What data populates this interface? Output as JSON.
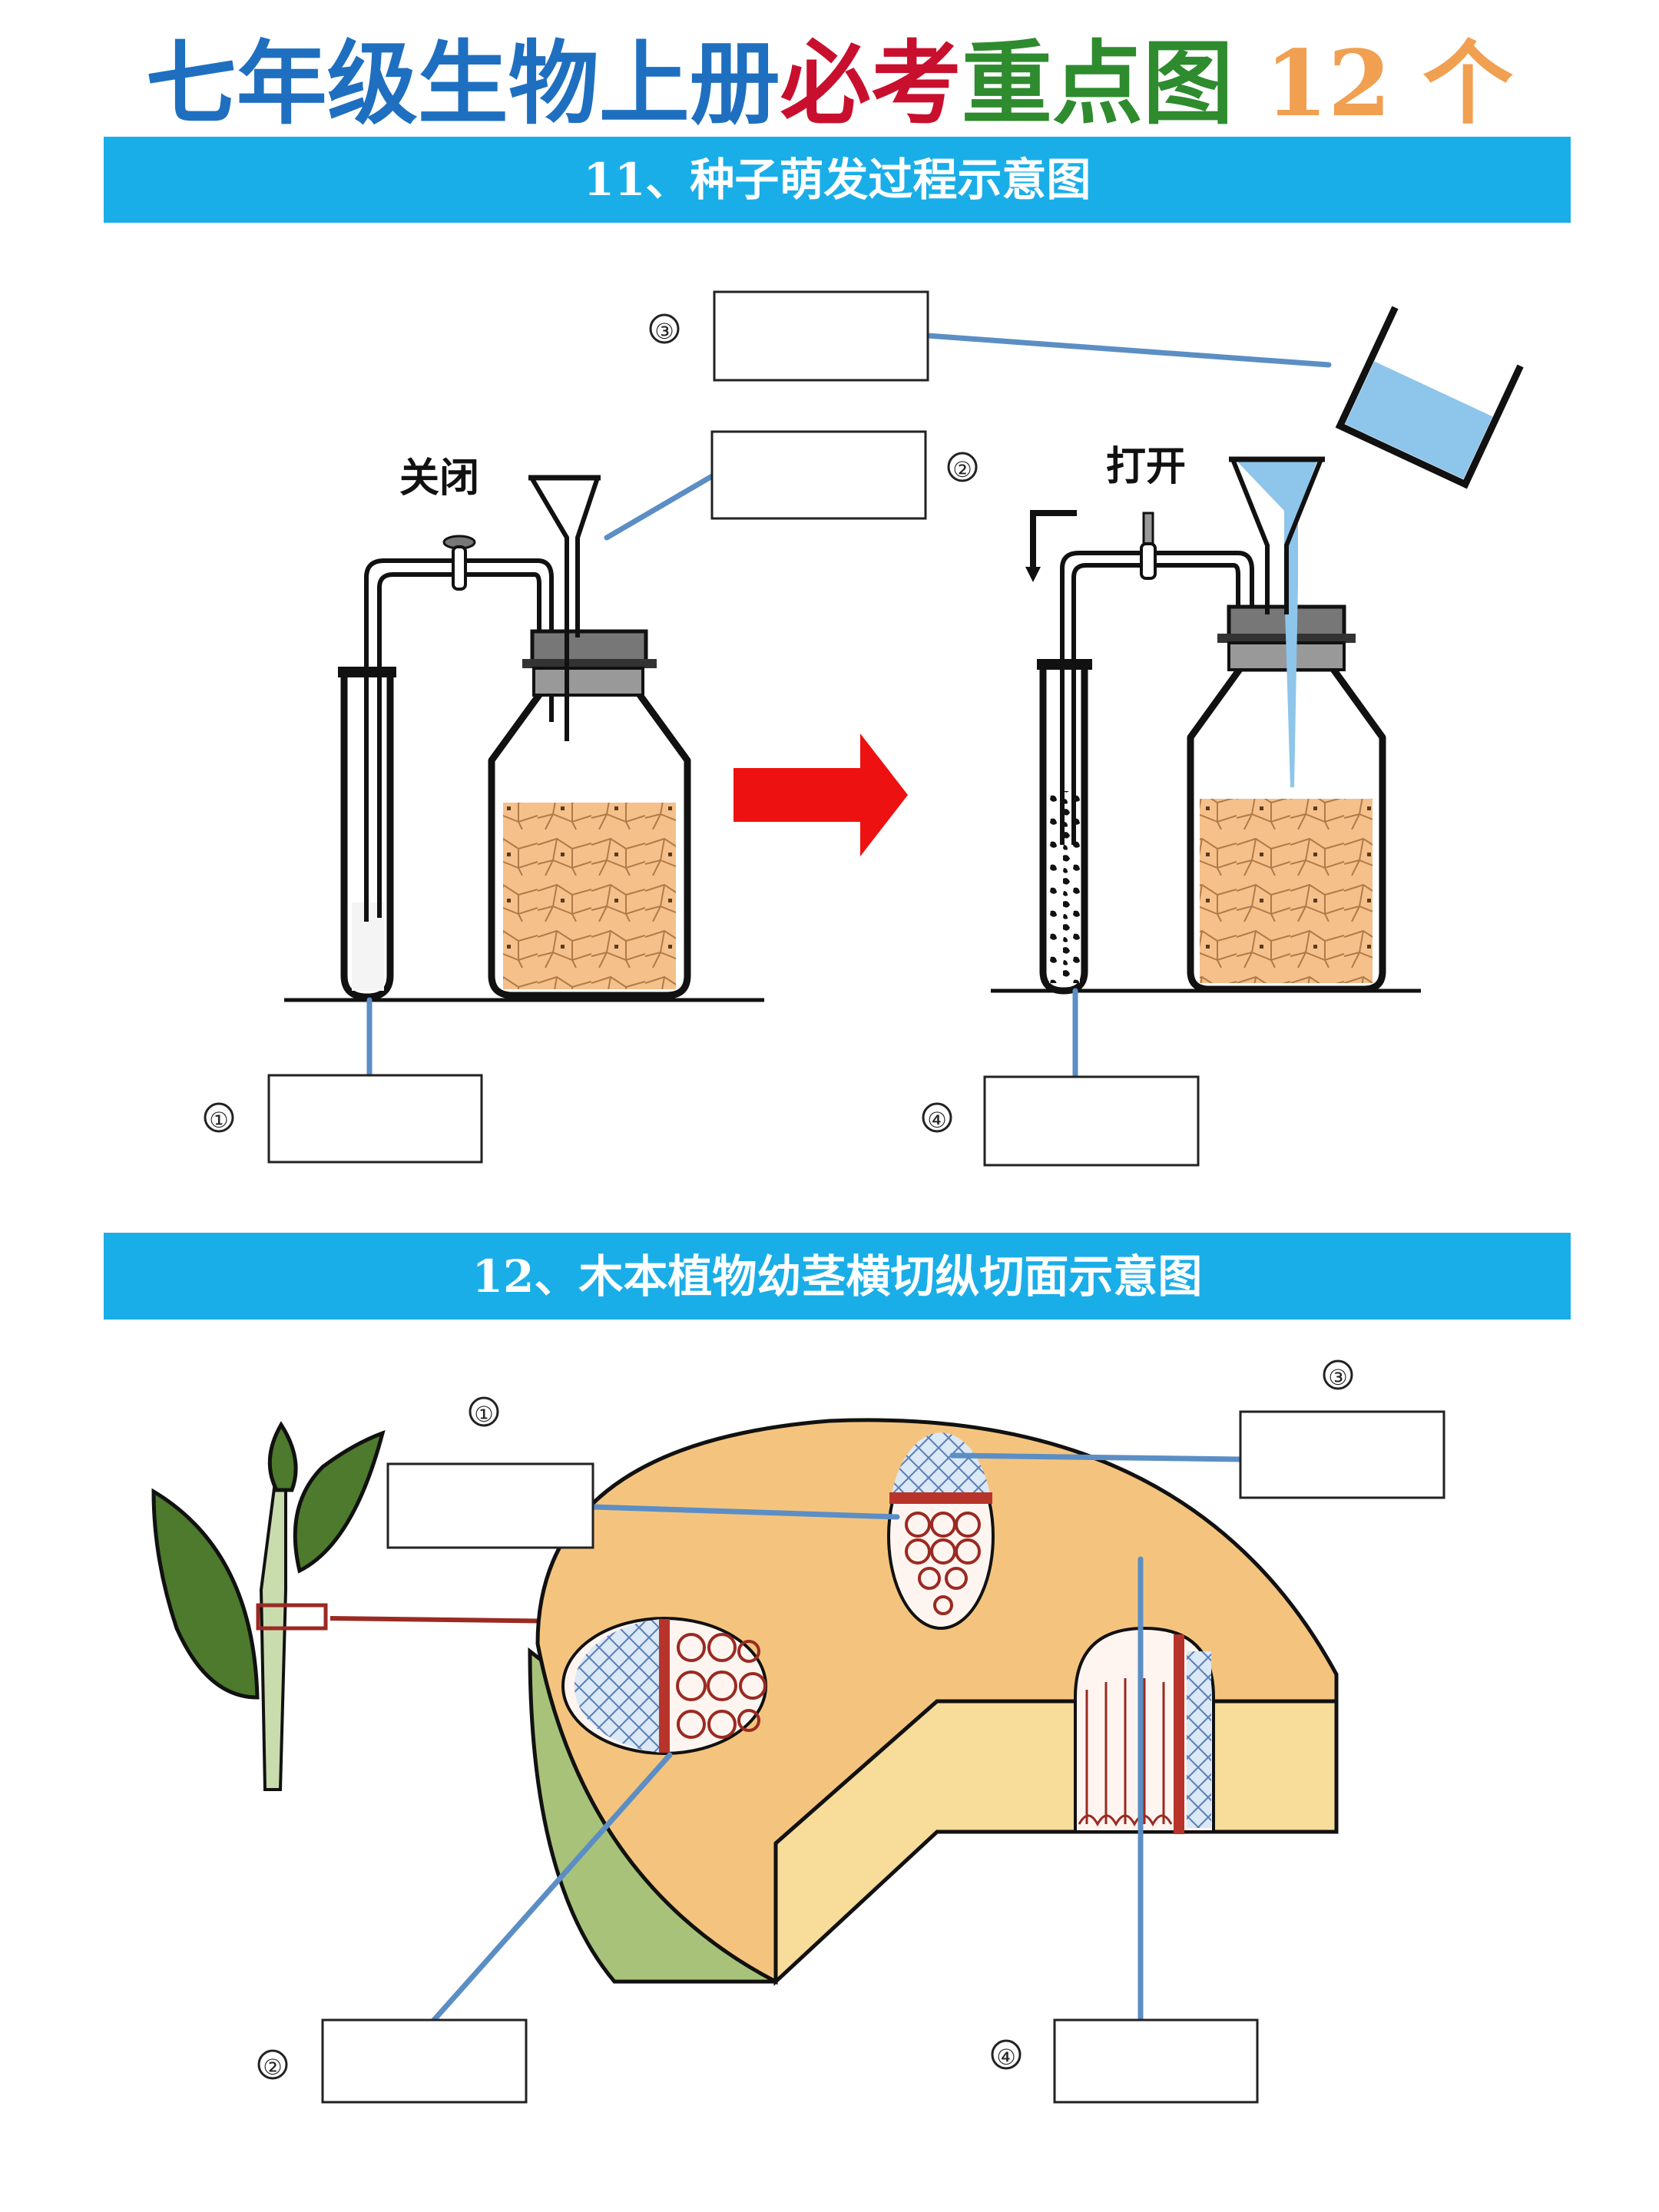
{
  "title": {
    "segments": [
      {
        "text": "七年级生物上册",
        "color": "#1f6fc0"
      },
      {
        "text": "必考",
        "color": "#c8102e"
      },
      {
        "text": "重点图",
        "color": "#2e8b2e"
      },
      {
        "text": " 12 个",
        "color": "#f0a050"
      }
    ]
  },
  "colors": {
    "header_bar": "#1aaee8",
    "pointer_line": "#5b8ec4",
    "arrow_red": "#ee1111",
    "seed_fill": "#f5c08a",
    "water": "#8ec5ea",
    "stem_cortex": "#f4c47e",
    "stem_wood": "#f7dc9a",
    "stem_bark_green": "#a9c27a",
    "leaf_green": "#4d7a2c",
    "vein_red": "#9a2a22"
  },
  "section11": {
    "header": "11、种子萌发过程示意图",
    "left_state_label": "关闭",
    "right_state_label": "打开",
    "labels": [
      {
        "num": "①",
        "answer": ""
      },
      {
        "num": "②",
        "answer": ""
      },
      {
        "num": "③",
        "answer": ""
      },
      {
        "num": "④",
        "answer": ""
      }
    ]
  },
  "section12": {
    "header": "12、木本植物幼茎横切纵切面示意图",
    "labels": [
      {
        "num": "①",
        "answer": ""
      },
      {
        "num": "②",
        "answer": ""
      },
      {
        "num": "③",
        "answer": ""
      },
      {
        "num": "④",
        "answer": ""
      }
    ]
  }
}
